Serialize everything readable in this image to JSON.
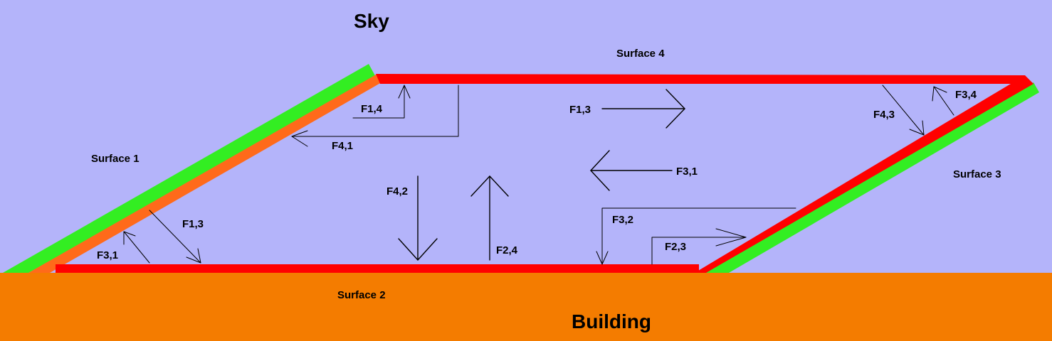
{
  "regions": {
    "sky_label": "Sky",
    "building_label": "Building"
  },
  "surfaces": {
    "s1": "Surface 1",
    "s2": "Surface 2",
    "s3": "Surface 3",
    "s4": "Surface 4"
  },
  "view_factors": {
    "f14": "F1,4",
    "f41": "F4,1",
    "f13_top": "F1,3",
    "f31_mid": "F3,1",
    "f42": "F4,2",
    "f24": "F2,4",
    "f32": "F3,2",
    "f23": "F2,3",
    "f43": "F4,3",
    "f34": "F3,4",
    "f31_left": "F3,1",
    "f13_left": "F1,3"
  },
  "colors": {
    "sky": "#b4b4fa",
    "building": "#f47c00",
    "surface_inner": "#ff0000",
    "surface1_inner": "#ff6a1a",
    "outer_layer": "#33ee22"
  }
}
